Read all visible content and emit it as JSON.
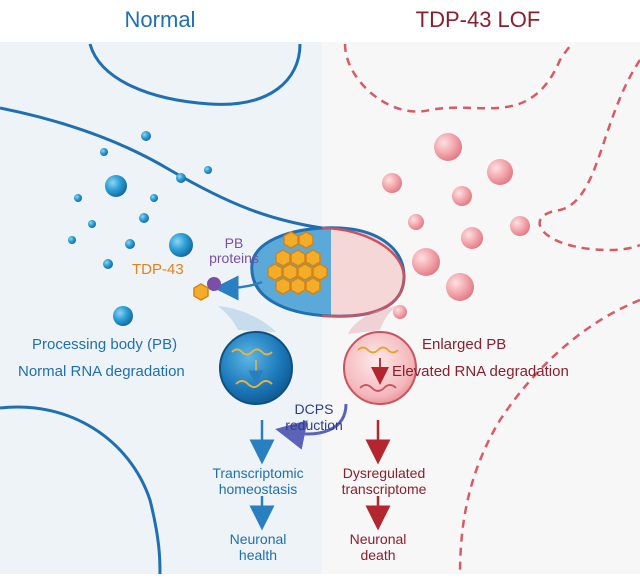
{
  "headers": {
    "normal": "Normal",
    "lof": "TDP-43 LOF"
  },
  "labels": {
    "pb_proteins_line1": "PB",
    "pb_proteins_line2": "proteins",
    "tdp43": "TDP-43",
    "processing_body": "Processing body (PB)",
    "normal_rna": "Normal RNA degradation",
    "enlarged_pb": "Enlarged PB",
    "elevated_rna": "Elevated RNA degradation",
    "dcps_line1": "DCPS",
    "dcps_line2": "reduction",
    "homeostasis_line1": "Transcriptomic",
    "homeostasis_line2": "homeostasis",
    "dysregulated_line1": "Dysregulated",
    "dysregulated_line2": "transcriptome",
    "health_line1": "Neuronal",
    "health_line2": "health",
    "death_line1": "Neuronal",
    "death_line2": "death"
  },
  "colors": {
    "normal_blue": "#1f6fb2",
    "lof_red": "#8b1f2e",
    "tdp43_orange": "#e8801a",
    "pb_purple": "#7a4fa8",
    "dcps_navy": "#2e3c8c",
    "bg_left": "#eef3f8",
    "bg_right": "#f7f7f7"
  }
}
